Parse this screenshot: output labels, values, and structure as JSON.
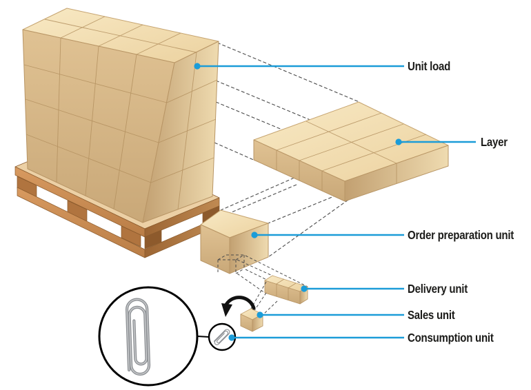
{
  "diagram": {
    "type": "packaging-hierarchy-diagram",
    "labels": [
      {
        "id": "unit-load",
        "text": "Unit load"
      },
      {
        "id": "layer",
        "text": "Layer"
      },
      {
        "id": "order-preparation-unit",
        "text": "Order preparation unit"
      },
      {
        "id": "delivery-unit",
        "text": "Delivery unit"
      },
      {
        "id": "sales-unit",
        "text": "Sales unit"
      },
      {
        "id": "consumption-unit",
        "text": "Consumption unit"
      }
    ],
    "icons": [
      "pallet-icon",
      "carton-box-icon",
      "paperclip-icon",
      "curved-arrow-icon",
      "magnifier-circle-icon"
    ],
    "colors": {
      "accent": "#1b9cd8",
      "carton_top": "#f4e3b6",
      "carton_left": "#d5b586",
      "carton_right": "#c9a97a",
      "carton_highlight": "#eed9ad",
      "pallet_wood_light": "#cf9159",
      "pallet_wood_dark": "#aa6f3c",
      "dashed_line": "#4a4a4a",
      "label_text": "#1c1c1a",
      "paperclip_metal": "#8f9296",
      "arrow_black": "#111111"
    }
  }
}
